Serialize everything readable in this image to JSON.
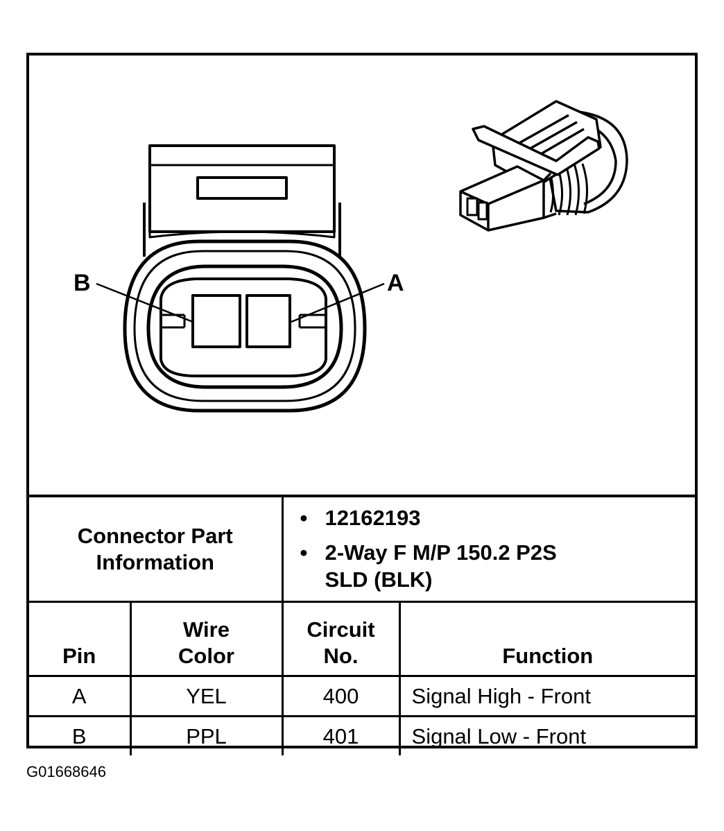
{
  "diagram": {
    "pin_label_b": "B",
    "pin_label_a": "A"
  },
  "table": {
    "part_label_line1": "Connector Part",
    "part_label_line2": "Information",
    "part_items": [
      "12162193",
      "2-Way F M/P 150.2 P2S",
      "SLD (BLK)"
    ],
    "bullet": "•",
    "headers": {
      "pin": "Pin",
      "wire_color_line1": "Wire",
      "wire_color_line2": "Color",
      "circuit_line1": "Circuit",
      "circuit_line2": "No.",
      "function": "Function"
    },
    "rows": [
      {
        "pin": "A",
        "wire_color": "YEL",
        "circuit": "400",
        "function": "Signal High - Front"
      },
      {
        "pin": "B",
        "wire_color": "PPL",
        "circuit": "401",
        "function": "Signal Low - Front"
      }
    ]
  },
  "figure_id": "G01668646",
  "colors": {
    "ink": "#000000",
    "paper": "#ffffff"
  }
}
